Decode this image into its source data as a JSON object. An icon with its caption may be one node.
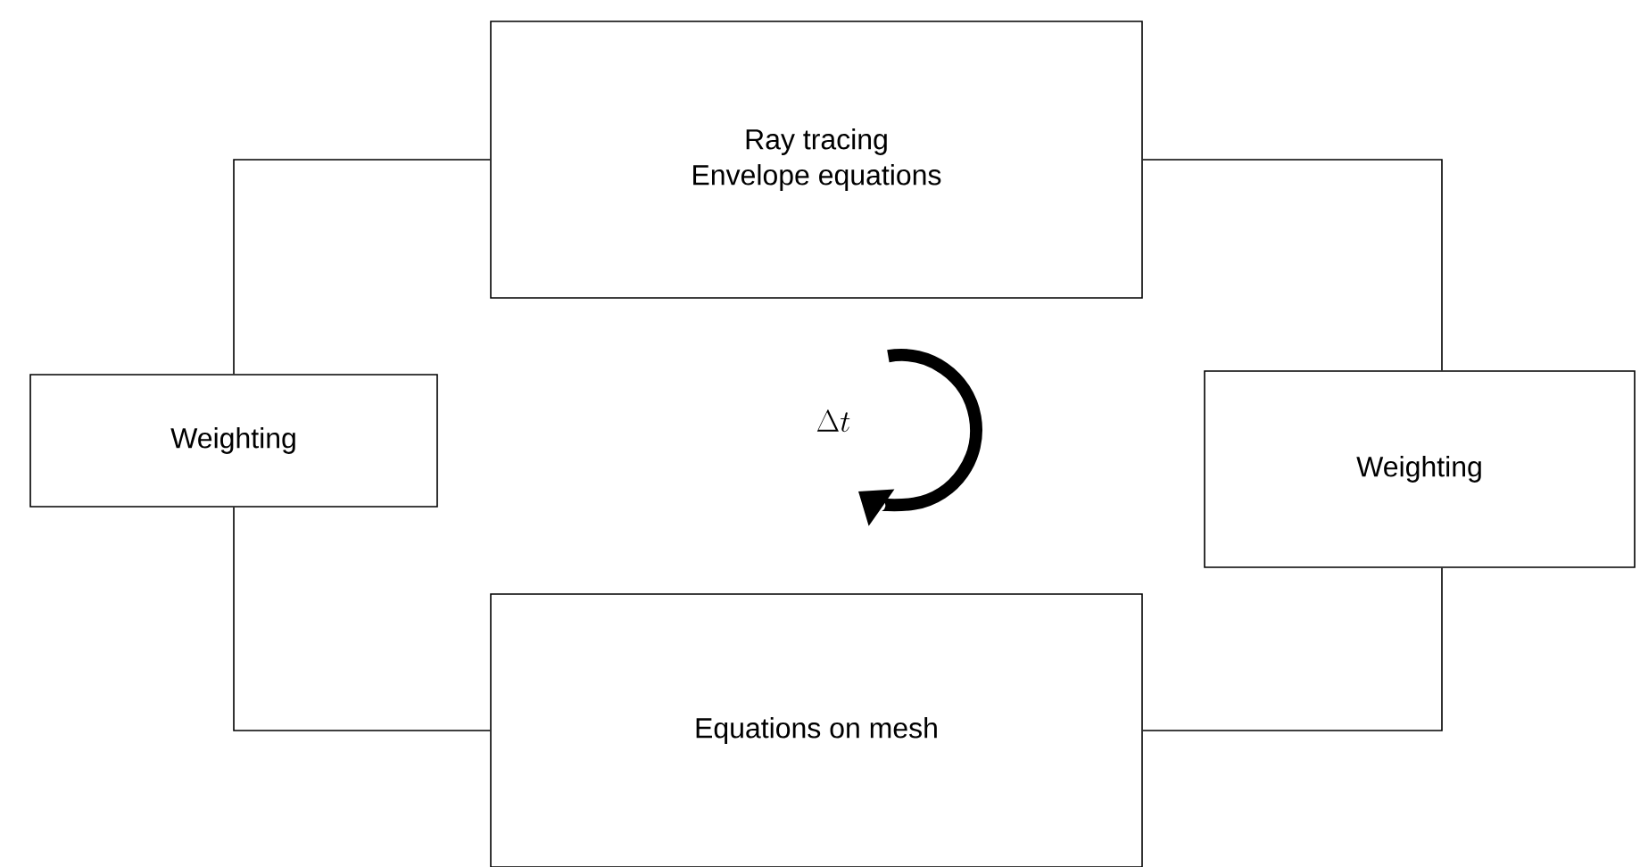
{
  "diagram": {
    "nodes": [
      {
        "text": [
          "Ray tracing",
          "Envelope equations"
        ]
      },
      {
        "text": [
          "Weighting"
        ]
      },
      {
        "text": [
          "Weighting"
        ]
      },
      {
        "text": [
          "Equations on mesh"
        ]
      }
    ],
    "edges": [
      {
        "from": 0,
        "to": 1,
        "arrow": "none"
      },
      {
        "from": 1,
        "to": 3,
        "arrow": "none"
      },
      {
        "from": 0,
        "to": 2,
        "arrow": "none"
      },
      {
        "from": 2,
        "to": 3,
        "arrow": "none"
      }
    ],
    "labels": [
      "\\Delta t"
    ]
  }
}
